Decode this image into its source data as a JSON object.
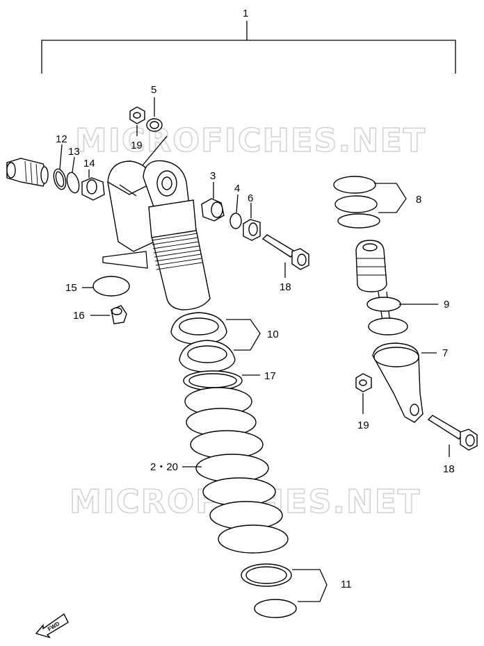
{
  "watermark": "MICROFICHES.NET",
  "fwd_label": "FWD",
  "callouts": {
    "c1": "1",
    "c2_20": "2・20",
    "c3": "3",
    "c4": "4",
    "c5": "5",
    "c6": "6",
    "c7": "7",
    "c8": "8",
    "c9": "9",
    "c10": "10",
    "c11": "11",
    "c12": "12",
    "c13": "13",
    "c14": "14",
    "c15": "15",
    "c16": "16",
    "c17": "17",
    "c18a": "18",
    "c18b": "18",
    "c19a": "19",
    "c19b": "19"
  }
}
